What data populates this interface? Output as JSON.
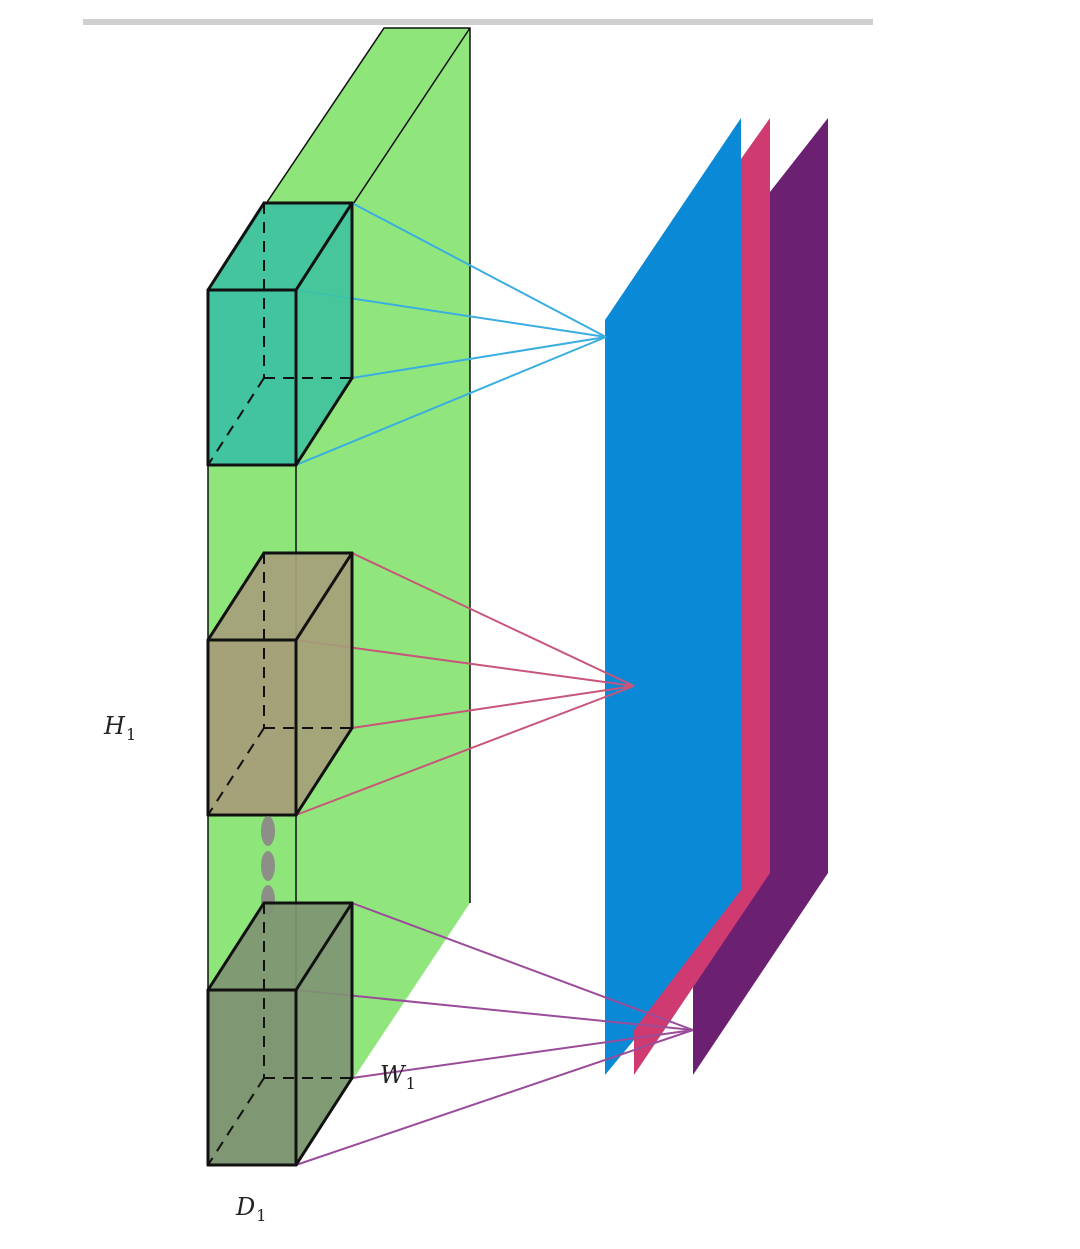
{
  "labels": {
    "height": {
      "symbol": "H",
      "subscript": "1"
    },
    "width": {
      "symbol": "W",
      "subscript": "1"
    },
    "depth": {
      "symbol": "D",
      "subscript": "1"
    }
  },
  "colors": {
    "input_volume": "#8ee57a",
    "cube_top": "#3fc2a0",
    "cube_middle": "#a69f79",
    "cube_bottom": "#7f9473",
    "filter_blue": "#0a8ad6",
    "filter_pink": "#cf3a70",
    "filter_purple": "#6c2072",
    "lines_top": "#3aaee0",
    "lines_middle": "#c8557a",
    "lines_bottom": "#9a4c9a"
  }
}
